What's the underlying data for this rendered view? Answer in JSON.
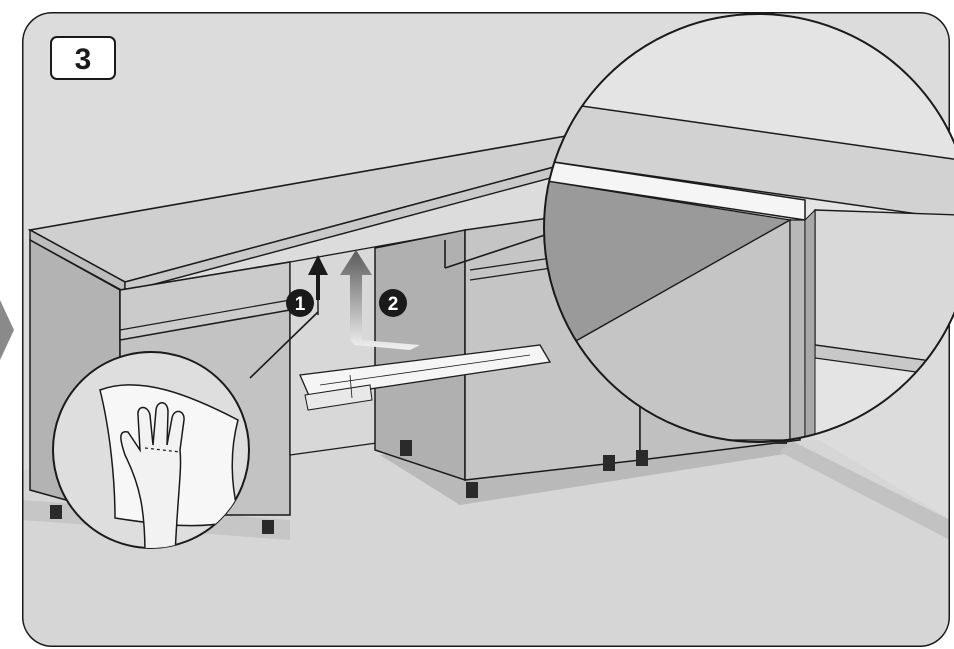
{
  "step": {
    "number": "3"
  },
  "callouts": [
    {
      "number": "1",
      "meaning": "wipe-surface"
    },
    {
      "number": "2",
      "meaning": "lift-and-attach-strip"
    }
  ],
  "colors": {
    "frame_stroke": "#1a1a1a",
    "background": "#dcdcdc",
    "floor": "#d2d2d2",
    "countertop": "#cfcfcf",
    "cabinet_front": "#c4c4c4",
    "cabinet_side": "#b0b0b0",
    "shadow": "#a9a9a9",
    "arrow_dark": "#3a3a3a",
    "arrow_light": "#bdbdbd",
    "zoom_bg": "#e4e4e4"
  },
  "icons": [
    "wipe-hand-icon",
    "arrow-up-icon",
    "protective-strip-icon",
    "side-pointer-icon"
  ]
}
